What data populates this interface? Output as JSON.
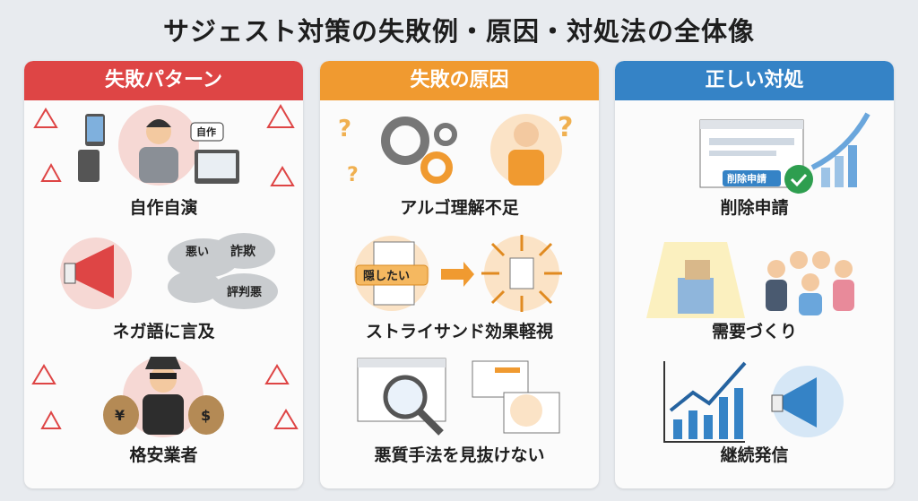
{
  "title": "サジェスト対策の失敗例・原因・対処法の全体像",
  "colors": {
    "red": "#de4545",
    "orange": "#f09a30",
    "blue": "#3583c6",
    "background": "#e8ebef"
  },
  "columns": [
    {
      "heading": "失敗パターン",
      "items": [
        {
          "label": "自作自演",
          "icon": "person-multiple-devices",
          "tags": [
            "自作"
          ]
        },
        {
          "label": "ネガ語に言及",
          "icon": "megaphone-negative-words",
          "tags": [
            "悪い",
            "詐欺",
            "評判悪"
          ]
        },
        {
          "label": "格安業者",
          "icon": "masked-thief-money-bags",
          "tags": [
            "¥",
            "$"
          ]
        }
      ]
    },
    {
      "heading": "失敗の原因",
      "items": [
        {
          "label": "アルゴ理解不足",
          "icon": "gears-confused-person",
          "tags": []
        },
        {
          "label": "ストライサンド効果軽視",
          "icon": "document-spreading",
          "tags": [
            "隠したい"
          ]
        },
        {
          "label": "悪質手法を見抜けない",
          "icon": "magnifier-screens",
          "tags": []
        }
      ]
    },
    {
      "heading": "正しい対処",
      "items": [
        {
          "label": "削除申請",
          "icon": "browser-check-growth",
          "tags": [
            "削除申請"
          ]
        },
        {
          "label": "需要づくり",
          "icon": "spotlight-crowd",
          "tags": []
        },
        {
          "label": "継続発信",
          "icon": "chart-megaphone",
          "tags": []
        }
      ]
    }
  ]
}
